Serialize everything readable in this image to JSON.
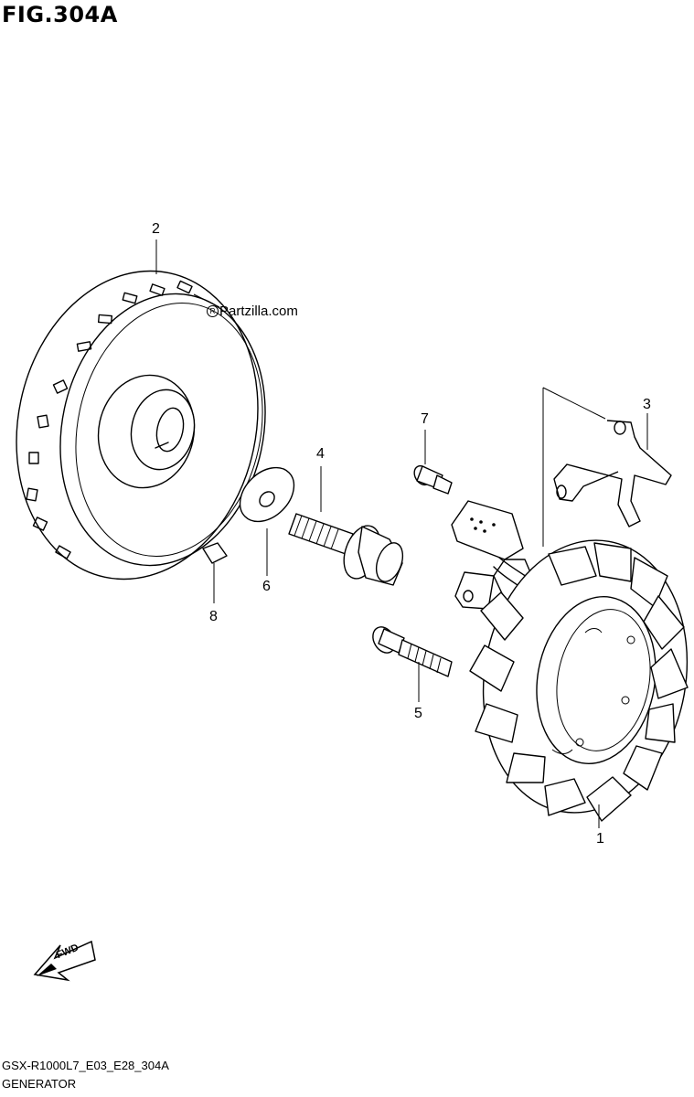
{
  "figure": {
    "title": "FIG.304A"
  },
  "watermark": {
    "text": "Partzilla.com",
    "reg_mark": "R"
  },
  "callouts": [
    {
      "id": "1",
      "label": "1"
    },
    {
      "id": "2",
      "label": "2"
    },
    {
      "id": "3",
      "label": "3"
    },
    {
      "id": "4",
      "label": "4"
    },
    {
      "id": "5",
      "label": "5"
    },
    {
      "id": "6",
      "label": "6"
    },
    {
      "id": "7",
      "label": "7"
    },
    {
      "id": "8",
      "label": "8"
    }
  ],
  "direction_arrow": {
    "label": "FWD",
    "icon": "forward-arrow-icon"
  },
  "footer": {
    "code": "GSX-R1000L7_E03_E28_304A",
    "section": "GENERATOR"
  }
}
